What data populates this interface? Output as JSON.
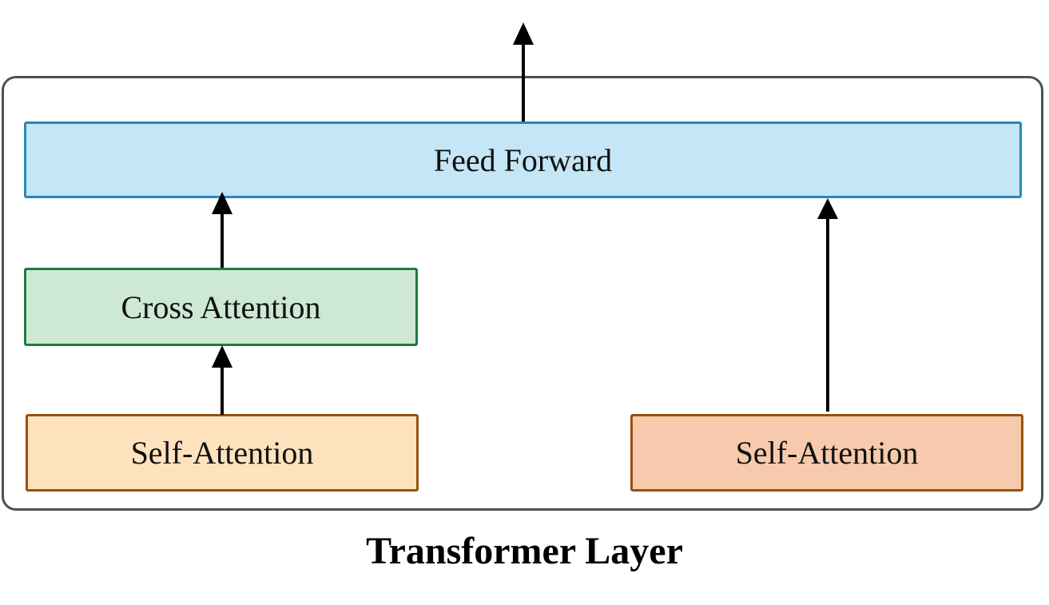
{
  "diagram": {
    "caption": "Transformer Layer",
    "blocks": {
      "feed_forward": {
        "label": "Feed Forward",
        "fill": "#c4e6f6",
        "border": "#2a87b7"
      },
      "cross_attention": {
        "label": "Cross Attention",
        "fill": "#cde8d3",
        "border": "#1f7a43"
      },
      "self_attention_left": {
        "label": "Self-Attention",
        "fill": "#fee2bd",
        "border": "#96530f"
      },
      "self_attention_right": {
        "label": "Self-Attention",
        "fill": "#f7caad",
        "border": "#96530f"
      }
    },
    "frame_border": "#505050",
    "arrow_color": "#000000"
  }
}
